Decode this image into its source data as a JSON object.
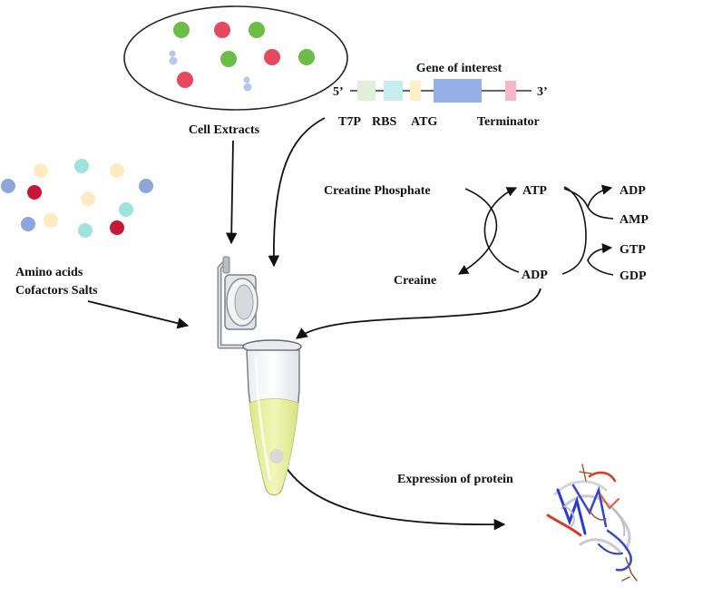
{
  "labels": {
    "cell_extracts": "Cell Extracts",
    "amino_acids": "Amino acids",
    "cofactors_salts": "Cofactors Salts",
    "gene_of_interest": "Gene of interest",
    "five_prime": "5’",
    "three_prime": "3’",
    "t7p": "T7P",
    "rbs": "RBS",
    "atg": "ATG",
    "terminator": "Terminator",
    "creatine_phosphate": "Creatine Phosphate",
    "creaine": "Creaine",
    "atp": "ATP",
    "adp_center": "ADP",
    "adp_right": "ADP",
    "amp": "AMP",
    "gtp": "GTP",
    "gdp": "GDP",
    "expression_of_protein": "Expression of protein"
  },
  "colors": {
    "green_dot": "#6bbd45",
    "red_dot": "#e5495f",
    "dark_red_dot": "#c8183a",
    "blue_dot": "#8ea6dc",
    "cyan_dot": "#9fe3dd",
    "cream_dot": "#fdecc2",
    "t7p_box": "#dff0d8",
    "rbs_box": "#c7ecef",
    "atg_box": "#fdf0c6",
    "gene_box": "#94b0e6",
    "terminator_box": "#f6b8c6",
    "tube_liquid": "#e4f09c"
  }
}
